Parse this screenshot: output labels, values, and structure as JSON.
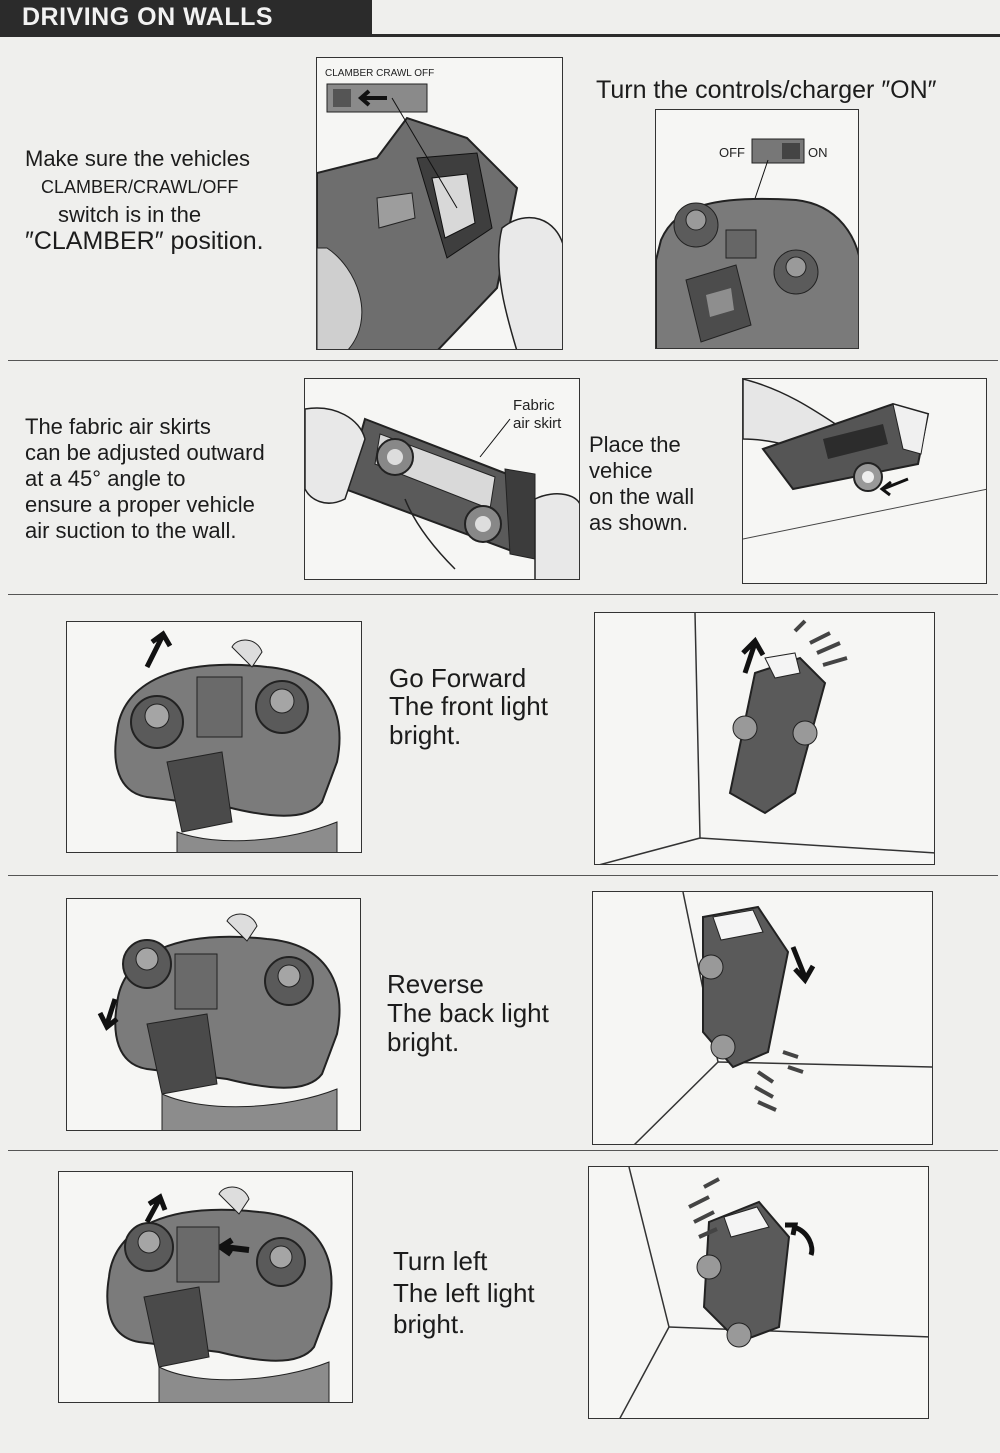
{
  "header": {
    "title": "DRIVING ON WALLS"
  },
  "step1": {
    "text_lines": [
      "Make sure the vehicles",
      "CLAMBER/CRAWL/OFF",
      "switch is in the",
      "″CLAMBER″ position."
    ],
    "switch_caption": "CLAMBER CRAWL OFF",
    "controls_text": "Turn the controls/charger ″ON″",
    "off_label": "OFF",
    "on_label": "ON"
  },
  "step2": {
    "text_lines": [
      "The fabric air skirts",
      "can be adjusted outward",
      "at a 45° angle to",
      "ensure a proper vehicle",
      "air suction to the wall."
    ],
    "callout_lines": [
      "Fabric",
      "air skirt"
    ],
    "place_lines": [
      "Place the",
      "vehice",
      "on the wall",
      "as shown."
    ]
  },
  "forward": {
    "lines": [
      "Go Forward",
      "The front light",
      "bright."
    ]
  },
  "reverse": {
    "lines": [
      "Reverse",
      "The back light",
      "bright."
    ]
  },
  "left": {
    "lines": [
      "Turn left",
      "The left light",
      "bright."
    ]
  }
}
